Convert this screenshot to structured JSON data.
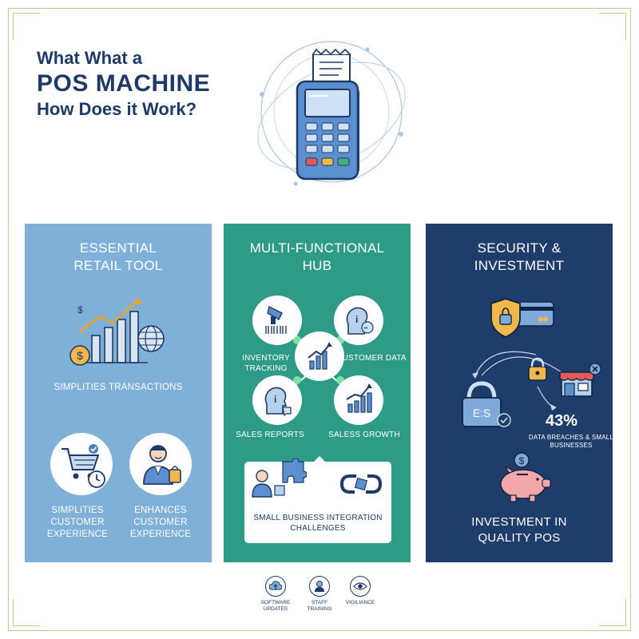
{
  "header": {
    "line1": "What What a",
    "line2": "POS MACHINE",
    "line3": "How Does it Work?"
  },
  "panels": {
    "retail": {
      "title_line1": "ESSENTIAL",
      "title_line2": "RETAIL TOOL",
      "item1": "SIMPLITIES TRANSACTIONS",
      "item2": "SIMPLITIES CUSTOMER EXPERIENCE",
      "item3": "ENHANCES CUSTOMER EXPERIENCE",
      "icons": [
        "bar-chart-growth-icon",
        "dollar-coin-icon",
        "globe-icon",
        "shopping-cart-icon",
        "clock-icon",
        "shopper-with-bag-icon"
      ]
    },
    "hub": {
      "title_line1": "MULTI-FUNCTIONAL",
      "title_line2": "HUB",
      "node1": "INVENTORY TRACKING",
      "node2": "CUSTOMER DATA",
      "node3": "SALES REPORTS",
      "node4": "SALESS GROWTH",
      "callout": "SMALL BUSINESS INTEGRATION CHALLENGES",
      "icons": [
        "barcode-scanner-icon",
        "customer-profile-icon",
        "growth-chart-icon",
        "report-icon",
        "puzzle-icon",
        "broken-link-icon"
      ]
    },
    "security": {
      "title_line1": "SECURITY &",
      "title_line2": "INVESTMENT",
      "stat": "43%",
      "stat_caption": "DATA BREACHES & SMALL BUSINESSES",
      "lock_label": "E:S",
      "investment_line1": "INVESTMENT IN",
      "investment_line2": "QUALITY POS",
      "icons": [
        "shield-lock-icon",
        "credit-card-icon",
        "padlock-icon",
        "store-icon",
        "piggy-bank-icon"
      ]
    }
  },
  "footer": {
    "items": [
      {
        "label_line1": "SOFTWARE",
        "label_line2": "UPDATES",
        "icon": "cloud-upload-icon"
      },
      {
        "label_line1": "STAFF",
        "label_line2": "TRAINING",
        "icon": "person-icon"
      },
      {
        "label_line1": "VIGILIANCE",
        "label_line2": "",
        "icon": "eye-icon"
      }
    ]
  },
  "colors": {
    "navy": "#1e3a66",
    "light_blue": "#7fb0d8",
    "teal": "#2e9b86",
    "dark_navy": "#1f3d6b",
    "gold_frame": "#d9bf8f",
    "pink": "#f4a7a9",
    "amber": "#f0b84a"
  }
}
